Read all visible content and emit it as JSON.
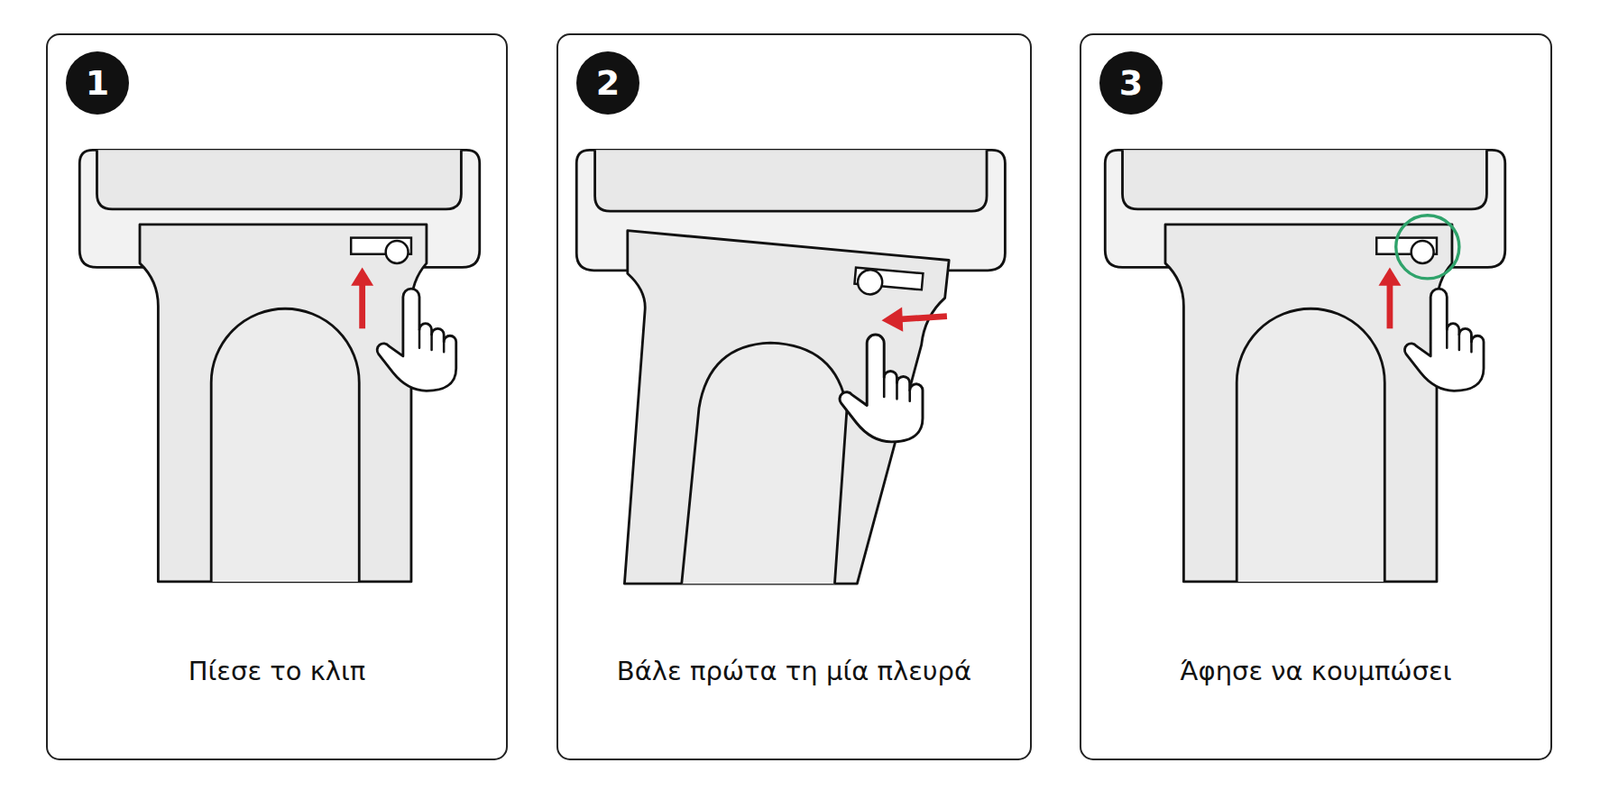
{
  "diagram": {
    "nodes": [
      {
        "text": [
          "Πίεσε το κλιπ"
        ]
      },
      {
        "text": [
          "1"
        ],
        "in": 0
      },
      {
        "text": [
          "Βάλε πρώτα τη μία πλευρά"
        ]
      },
      {
        "text": [
          "2"
        ],
        "in": 2
      },
      {
        "text": [
          "Άφησε να κουμπώσει"
        ]
      },
      {
        "text": [
          "3"
        ],
        "in": 4
      }
    ]
  }
}
